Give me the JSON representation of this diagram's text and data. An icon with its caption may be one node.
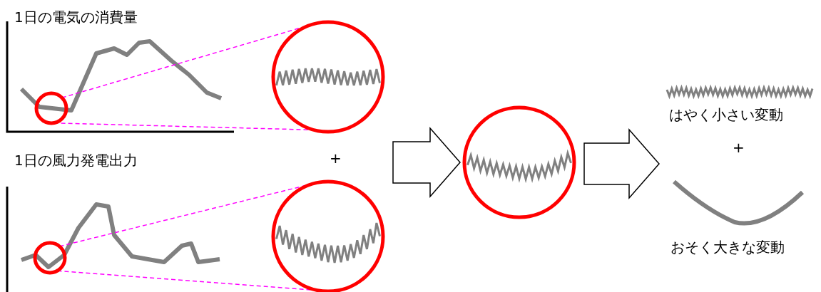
{
  "diagram": {
    "nodes": [
      {
        "text": [],
        "shape": "circle"
      },
      {
        "text": [],
        "shape": "circle"
      },
      {
        "text": [],
        "shape": "circle"
      },
      {
        "text": [],
        "shape": "circle"
      },
      {
        "text": [],
        "shape": "circle"
      },
      {
        "text": [
          "はやく小さい変動"
        ]
      },
      {
        "text": [
          "おそく大きな変動"
        ]
      }
    ],
    "edges": [
      {
        "from": 0,
        "to": 1,
        "arrow": "none",
        "style": "dashed",
        "color": "#ff00ff"
      },
      {
        "from": 0,
        "to": 1,
        "arrow": "none",
        "style": "dashed",
        "color": "#ff00ff"
      },
      {
        "from": 2,
        "to": 3,
        "arrow": "none",
        "style": "dashed",
        "color": "#ff00ff"
      },
      {
        "from": 2,
        "to": 3,
        "arrow": "none",
        "style": "dashed",
        "color": "#ff00ff"
      },
      {
        "from": 1,
        "to": 4,
        "arrow": "to"
      },
      {
        "from": 3,
        "to": 4,
        "arrow": "to"
      },
      {
        "from": 4,
        "to": 5,
        "arrow": "to"
      },
      {
        "from": 4,
        "to": 6,
        "arrow": "to"
      }
    ],
    "labels": [
      "1日の電気の消費量",
      "1日の風力発電出力",
      "+",
      "+"
    ]
  }
}
